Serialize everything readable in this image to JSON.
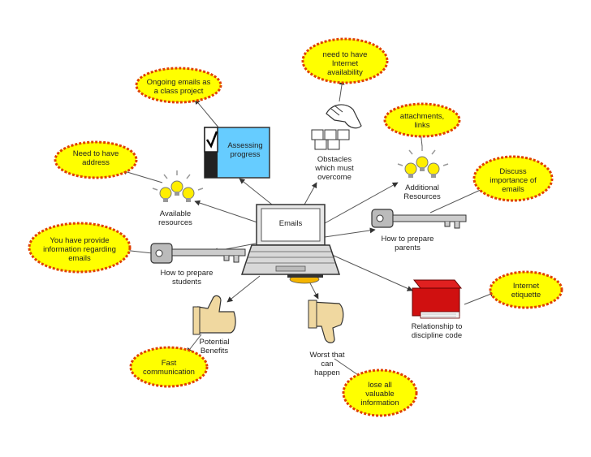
{
  "center": {
    "label": "Emails"
  },
  "nodes": {
    "assessing": "Assessing\nprogress",
    "obstacles": "Obstacles\nwhich must\novercome",
    "additional": "Additional\nResources",
    "available": "Available\nresources",
    "prep_parents": "How to prepare\nparents",
    "prep_students": "How to prepare\nstudents",
    "relationship": "Relationship to\ndiscipline code",
    "benefits": "Potential\nBenefits",
    "worst": "Worst that\ncan\nhappen"
  },
  "clouds": {
    "ongoing": "Ongoing emails as\na class project",
    "internet": "need to have\nInternet\navailability",
    "attachments": "attachments,\nlinks",
    "need_address": "Need to have\naddress",
    "discuss": "Discuss\nimportance of\nemails",
    "provide": "You have provide\ninformation regarding\nemails",
    "etiquette": "Internet\netiquette",
    "fast": "Fast\ncommunication",
    "lose": "lose all\nvaluable\ninformation"
  },
  "icons": {
    "center": "laptop-icon",
    "assessing": "checklist-icon",
    "obstacles": "hand-blocks-icon",
    "additional": "lightbulbs-icon",
    "available": "lightbulbs-icon",
    "prep_parents": "key-icon",
    "prep_students": "key-icon",
    "relationship": "red-book-icon",
    "benefits": "thumbs-up-icon",
    "worst": "thumbs-down-icon"
  },
  "colors": {
    "cloud_fill": "#ffff00",
    "cloud_edge": "#e04000",
    "book": "#d01010",
    "checklist": "#66ccff"
  }
}
